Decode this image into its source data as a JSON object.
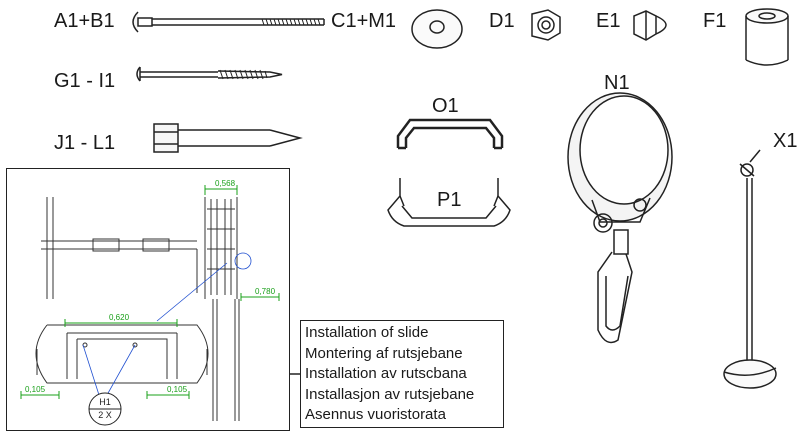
{
  "parts": {
    "a1_b1": "A1+B1",
    "c1_m1": "C1+M1",
    "d1": "D1",
    "e1": "E1",
    "f1": "F1",
    "g1_i1": "G1 - I1",
    "j1_l1": "J1 - L1",
    "o1": "O1",
    "p1": "P1",
    "n1": "N1",
    "x1": "X1"
  },
  "inset": {
    "dim_width_top": "0,568",
    "dim_side": "0,780",
    "dim_width_detail": "0,620",
    "dim_left_small": "0,105",
    "dim_right_small": "0,105",
    "part_ref": "H1",
    "quantity": "2 X"
  },
  "caption": {
    "lines": [
      "Installation of slide",
      "Montering af rutsjebane",
      "Installation av rutscbana",
      "Installasjon av rutsjebane",
      "Asennus vuoristorata"
    ]
  },
  "colors": {
    "line": "#222222",
    "dimension": "#1aa01a",
    "detail_line": "#1f4fd0"
  }
}
